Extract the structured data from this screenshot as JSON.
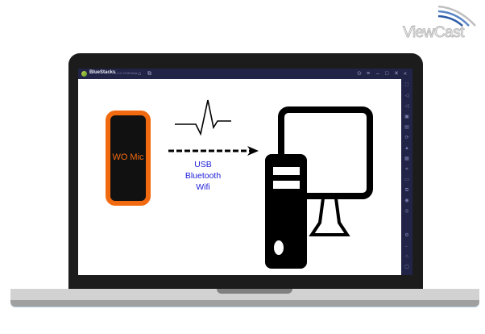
{
  "watermark": {
    "brand": "ViewCast"
  },
  "emulator": {
    "app_name": "BlueStacks",
    "version": "5.0.0.7228 Beta",
    "title_icons": [
      "home-icon",
      "multi-instance-icon"
    ],
    "window_controls": [
      "help-icon",
      "menu-icon",
      "minimize-icon",
      "maximize-icon",
      "close-icon",
      "collapse-sidebar-icon"
    ],
    "sidebar_icons": [
      "fullscreen-icon",
      "volume-up-icon",
      "volume-down-icon",
      "record-icon",
      "keyboard-icon",
      "rotate-icon",
      "install-apk-icon",
      "media-folder-icon",
      "screenshot-icon",
      "folder-icon",
      "multi-instance-sync-icon",
      "eco-mode-icon",
      "macro-icon",
      "settings-icon",
      "back-icon",
      "home-icon",
      "recent-apps-icon"
    ]
  },
  "diagram": {
    "phone_label": "WO Mic",
    "connections": [
      "USB",
      "Bluetooth",
      "Wifi"
    ],
    "colors": {
      "phone_border": "#f26a10",
      "phone_text": "#f26a10",
      "connection_text": "#2020d8"
    }
  },
  "colors": {
    "titlebar": "#222447",
    "bezel": "#1c1c1c",
    "base": "#d2d2d2"
  }
}
